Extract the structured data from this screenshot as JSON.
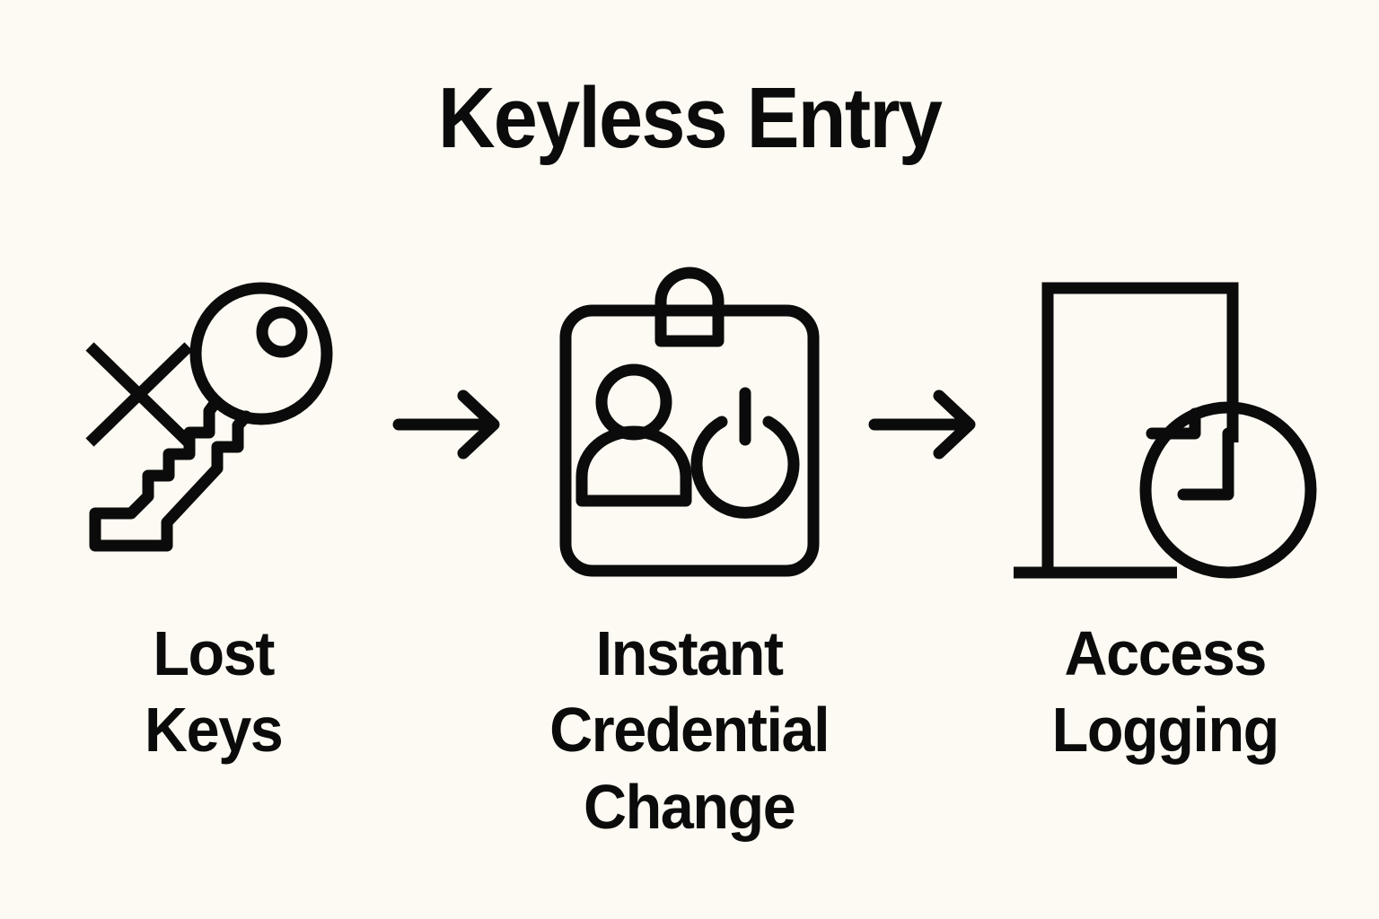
{
  "page": {
    "title": "Keyless Entry",
    "background_color": "#FCFAF2",
    "ink_color": "#0B0B0B"
  },
  "flow": {
    "steps": [
      {
        "id": "lost-keys",
        "icon": "crossed-out-key-icon",
        "label_lines": [
          "Lost",
          "Keys"
        ],
        "label_text": "Lost Keys"
      },
      {
        "id": "instant-credential-change",
        "icon": "id-badge-power-icon",
        "label_lines": [
          "Instant",
          "Credential",
          "Change"
        ],
        "label_text": "Instant Credential Change"
      },
      {
        "id": "access-logging",
        "icon": "door-clock-icon",
        "label_lines": [
          "Access",
          "Logging"
        ],
        "label_text": "Access Logging"
      }
    ],
    "connectors": [
      {
        "id": "arrow-1",
        "icon": "arrow-right-icon"
      },
      {
        "id": "arrow-2",
        "icon": "arrow-right-icon"
      }
    ]
  }
}
